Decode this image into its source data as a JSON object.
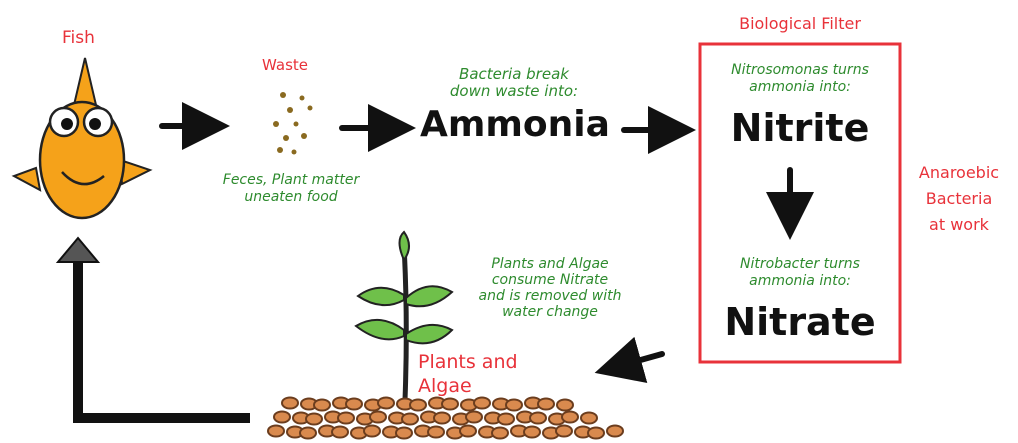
{
  "fish": {
    "label": "Fish"
  },
  "waste": {
    "label": "Waste",
    "caption_line1": "Feces, Plant matter",
    "caption_line2": "uneaten food"
  },
  "ammonia": {
    "caption_line1": "Bacteria break",
    "caption_line2": "down waste into:",
    "label": "Ammonia"
  },
  "filter": {
    "title": "Biological Filter",
    "nitrite_caption_line1": "Nitrosomonas turns",
    "nitrite_caption_line2": "ammonia into:",
    "nitrite_label": "Nitrite",
    "nitrate_caption_line1": "Nitrobacter turns",
    "nitrate_caption_line2": "ammonia into:",
    "nitrate_label": "Nitrate"
  },
  "anaerobic": {
    "line1": "Anaroebic",
    "line2": "Bacteria",
    "line3": "at work"
  },
  "plants": {
    "caption_line1": "Plants and Algae",
    "caption_line2": "consume Nitrate",
    "caption_line3": "and is removed with",
    "caption_line4": "water change",
    "label_line1": "Plants and",
    "label_line2": "Algae"
  },
  "colors": {
    "red_text": "#e8323a",
    "green_text": "#2e8b2e",
    "fish_body": "#f5a21a",
    "gravel": "#d98a4e",
    "leaf": "#6fc04a"
  }
}
